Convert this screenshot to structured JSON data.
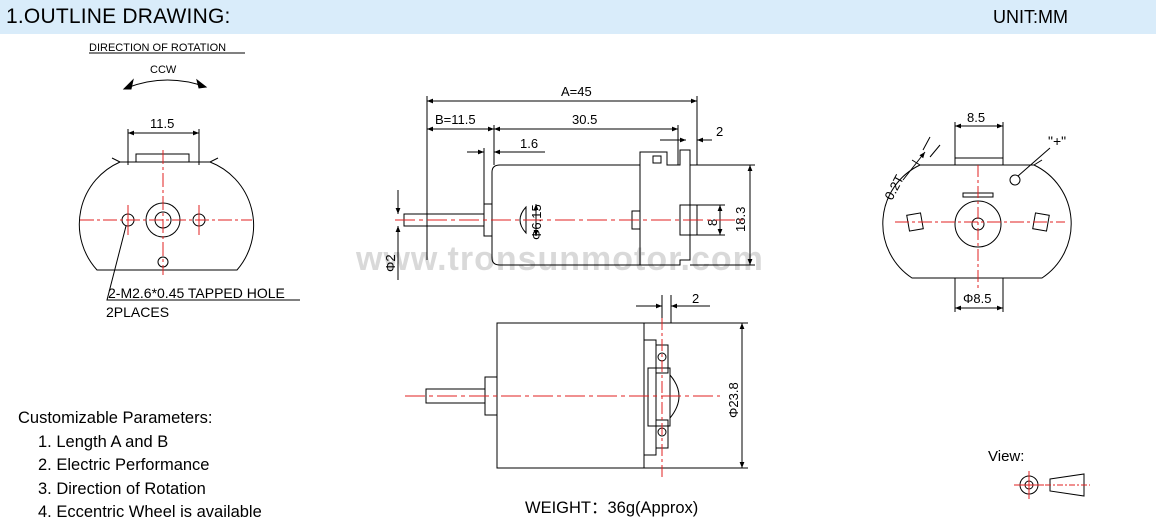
{
  "header": {
    "title": "1.OUTLINE DRAWING:",
    "unit": "UNIT:MM",
    "background": "#d9ecfa"
  },
  "front_view": {
    "rotation_title": "DIRECTION OF ROTATION",
    "rotation": "CCW",
    "dim_width": "11.5",
    "hole_note_line1": "2-M2.6*0.45 TAPPED HOLE",
    "hole_note_line2": "2PLACES"
  },
  "side_view": {
    "dim_a": "A=45",
    "dim_b": "B=11.5",
    "dim_body": "30.5",
    "dim_shaft_collar": "1.6",
    "dim_terminal": "2",
    "dim_bearing": "Φ6.15",
    "dim_shaft": "Φ2",
    "dim_tab": "8",
    "dim_height": "18.3"
  },
  "top_view": {
    "dim_terminal": "2",
    "dim_diameter": "Φ23.8"
  },
  "rear_view": {
    "dim_top": "8.5",
    "dim_terminal_thick": "0.2T",
    "polarity": "\"+\"",
    "dim_boss": "Φ8.5"
  },
  "watermark": "www.tronsunmotor.com",
  "customizable": {
    "title": "Customizable Parameters:",
    "items": [
      "1. Length A and B",
      "2. Electric Performance",
      "3. Direction of Rotation",
      "4. Eccentric Wheel is available"
    ]
  },
  "weight": "WEIGHT：36g(Approx)",
  "view_label": "View:",
  "colors": {
    "centerline": "#e02020",
    "line": "#000000"
  }
}
